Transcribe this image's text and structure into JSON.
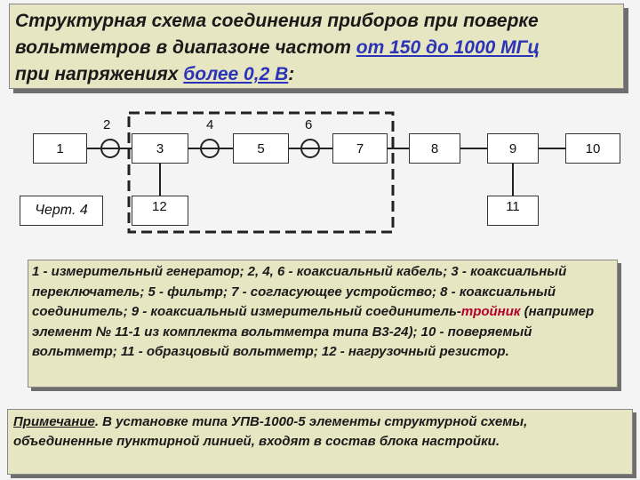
{
  "title": {
    "line1": "Структурная схема соединения приборов при поверке",
    "line2_pre": "вольтметров в диапазоне частот ",
    "line2_link": "от 150 до 1000 МГц",
    "line3_pre": "при напряжениях ",
    "line3_link": "более 0,2 В",
    "line3_post": ":"
  },
  "diagram": {
    "boxes": {
      "b1": "1",
      "b3": "3",
      "b5": "5",
      "b7": "7",
      "b8": "8",
      "b9": "9",
      "b10": "10",
      "b11": "11",
      "b12": "12",
      "caption": "Черт. 4"
    },
    "cable_labels": {
      "c2": "2",
      "c4": "4",
      "c6": "6"
    }
  },
  "legend": {
    "text1": "1 - измерительный генератор; 2, 4, 6 - коаксиальный кабель; 3 - коаксиальный переключатель; 5 - фильтр; 7 - согласующее устройство; 8 - коаксиальный соединитель; 9 - коаксиальный измерительный соединитель-",
    "accent": "тройник",
    "text2": " (например элемент № 11-1 из комплекта вольтметра типа В3-24); 10 - поверяемый вольтметр; 11 - образцовый вольтметр; 12 - нагрузочный резистор."
  },
  "note": {
    "label": "Примечание",
    "text": ". В установке типа УПВ-1000-5 элементы структурной схемы, объединенные пунктирной линией, входят в состав блока настройки."
  }
}
